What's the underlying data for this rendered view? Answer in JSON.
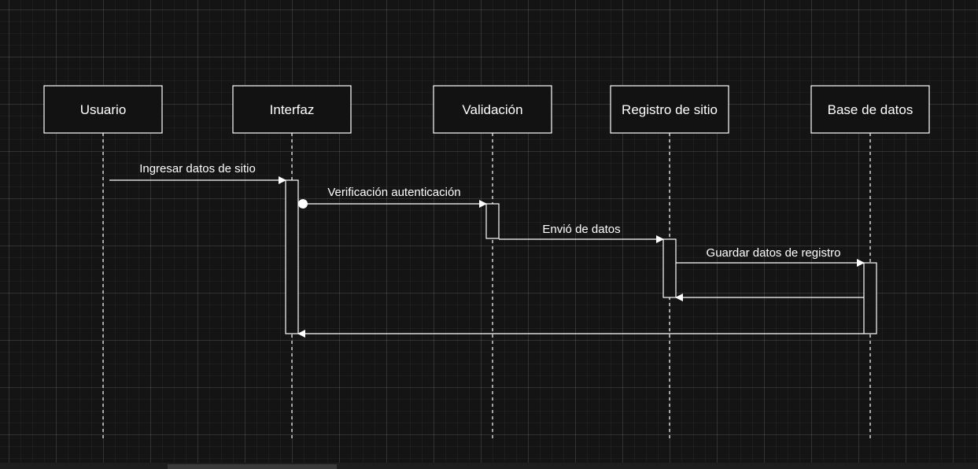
{
  "participants": [
    {
      "id": "usuario",
      "label": "Usuario"
    },
    {
      "id": "interfaz",
      "label": "Interfaz"
    },
    {
      "id": "validacion",
      "label": "Validación"
    },
    {
      "id": "registro",
      "label": "Registro de sitio"
    },
    {
      "id": "bd",
      "label": "Base de datos"
    }
  ],
  "messages": [
    {
      "from": "usuario",
      "to": "interfaz",
      "label": "Ingresar datos de sitio"
    },
    {
      "from": "interfaz",
      "to": "validacion",
      "label": "Verificación autenticación"
    },
    {
      "from": "validacion",
      "to": "registro",
      "label": "Envió de datos"
    },
    {
      "from": "registro",
      "to": "bd",
      "label": "Guardar datos de registro"
    },
    {
      "from": "bd",
      "to": "registro",
      "label": ""
    },
    {
      "from": "bd",
      "to": "interfaz",
      "label": ""
    }
  ],
  "colors": {
    "background": "#141414",
    "stroke": "#ffffff",
    "box_fill": "#121212"
  }
}
